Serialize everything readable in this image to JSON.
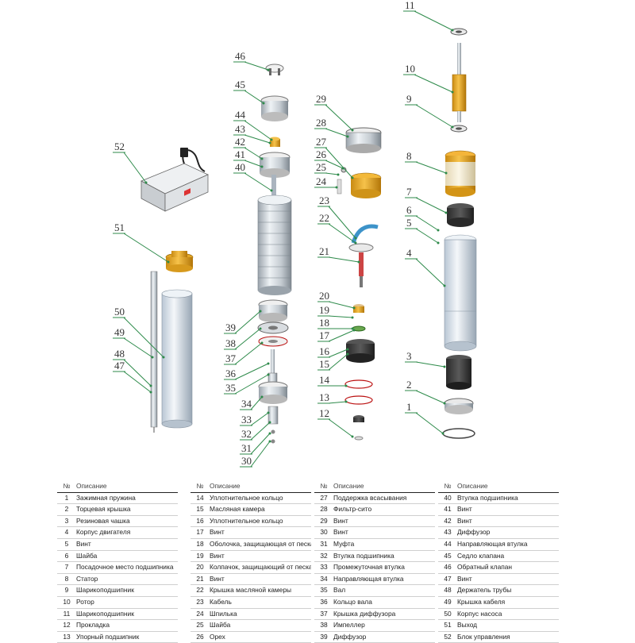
{
  "diagram": {
    "callouts": [
      "1",
      "2",
      "3",
      "4",
      "5",
      "6",
      "7",
      "8",
      "9",
      "10",
      "11",
      "12",
      "13",
      "14",
      "15",
      "16",
      "17",
      "18",
      "19",
      "20",
      "21",
      "22",
      "23",
      "24",
      "25",
      "26",
      "27",
      "28",
      "29",
      "30",
      "31",
      "32",
      "33",
      "34",
      "35",
      "36",
      "37",
      "38",
      "39",
      "40",
      "41",
      "42",
      "43",
      "44",
      "45",
      "46",
      "47",
      "48",
      "49",
      "50",
      "51",
      "52"
    ]
  },
  "table": {
    "header_num": "№",
    "header_desc": "Описание",
    "columns": [
      [
        {
          "n": "1",
          "d": "Зажимная пружина"
        },
        {
          "n": "2",
          "d": "Торцевая крышка"
        },
        {
          "n": "3",
          "d": "Резиновая чашка"
        },
        {
          "n": "4",
          "d": "Корпус двигателя"
        },
        {
          "n": "5",
          "d": "Винт"
        },
        {
          "n": "6",
          "d": "Шайба"
        },
        {
          "n": "7",
          "d": "Посадочное место подшипника"
        },
        {
          "n": "8",
          "d": "Статор"
        },
        {
          "n": "9",
          "d": "Шарикоподшипник"
        },
        {
          "n": "10",
          "d": "Ротор"
        },
        {
          "n": "11",
          "d": "Шарикоподшипник"
        },
        {
          "n": "12",
          "d": "Прокладка"
        },
        {
          "n": "13",
          "d": "Упорный подшипник"
        }
      ],
      [
        {
          "n": "14",
          "d": "Уплотнительное кольцо"
        },
        {
          "n": "15",
          "d": "Масляная камера"
        },
        {
          "n": "16",
          "d": "Уплотнительное кольцо"
        },
        {
          "n": "17",
          "d": "Винт"
        },
        {
          "n": "18",
          "d": "Оболочка, защищающая от песка"
        },
        {
          "n": "19",
          "d": "Винт"
        },
        {
          "n": "20",
          "d": "Колпачок, защищающий от песка"
        },
        {
          "n": "21",
          "d": "Винт"
        },
        {
          "n": "22",
          "d": "Крышка масляной камеры"
        },
        {
          "n": "23",
          "d": "Кабель"
        },
        {
          "n": "24",
          "d": "Шпилька"
        },
        {
          "n": "25",
          "d": "Шайба"
        },
        {
          "n": "26",
          "d": "Орех"
        }
      ],
      [
        {
          "n": "27",
          "d": "Поддержка всасывания"
        },
        {
          "n": "28",
          "d": "Фильтр-сито"
        },
        {
          "n": "29",
          "d": "Винт"
        },
        {
          "n": "30",
          "d": "Винт"
        },
        {
          "n": "31",
          "d": "Муфта"
        },
        {
          "n": "32",
          "d": "Втулка подшипника"
        },
        {
          "n": "33",
          "d": "Промежуточная втулка"
        },
        {
          "n": "34",
          "d": "Направляющая втулка"
        },
        {
          "n": "35",
          "d": "Вал"
        },
        {
          "n": "36",
          "d": "Кольцо вала"
        },
        {
          "n": "37",
          "d": "Крышка диффузора"
        },
        {
          "n": "38",
          "d": "Импеллер"
        },
        {
          "n": "39",
          "d": "Диффузор"
        }
      ],
      [
        {
          "n": "40",
          "d": "Втулка подшипника"
        },
        {
          "n": "41",
          "d": "Винт"
        },
        {
          "n": "42",
          "d": "Винт"
        },
        {
          "n": "43",
          "d": "Диффузор"
        },
        {
          "n": "44",
          "d": "Направляющая втулка"
        },
        {
          "n": "45",
          "d": "Седло клапана"
        },
        {
          "n": "46",
          "d": "Обратный клапан"
        },
        {
          "n": "47",
          "d": "Винт"
        },
        {
          "n": "48",
          "d": "Держатель трубы"
        },
        {
          "n": "49",
          "d": "Крышка кабеля"
        },
        {
          "n": "50",
          "d": "Корпус насоса"
        },
        {
          "n": "51",
          "d": "Выход"
        },
        {
          "n": "52",
          "d": "Блок управления"
        }
      ]
    ]
  }
}
